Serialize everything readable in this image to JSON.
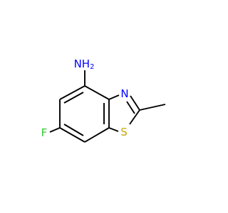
{
  "molecule": {
    "atoms": {
      "amine": {
        "text": "NH",
        "subscript": "2",
        "color": "#0000FF"
      },
      "ring_nitrogen": {
        "text": "N",
        "color": "#0000FF"
      },
      "sulfur": {
        "text": "S",
        "color": "#C6A800"
      },
      "fluorine": {
        "text": "F",
        "color": "#33CC33"
      }
    },
    "bond_color": "#000000"
  }
}
